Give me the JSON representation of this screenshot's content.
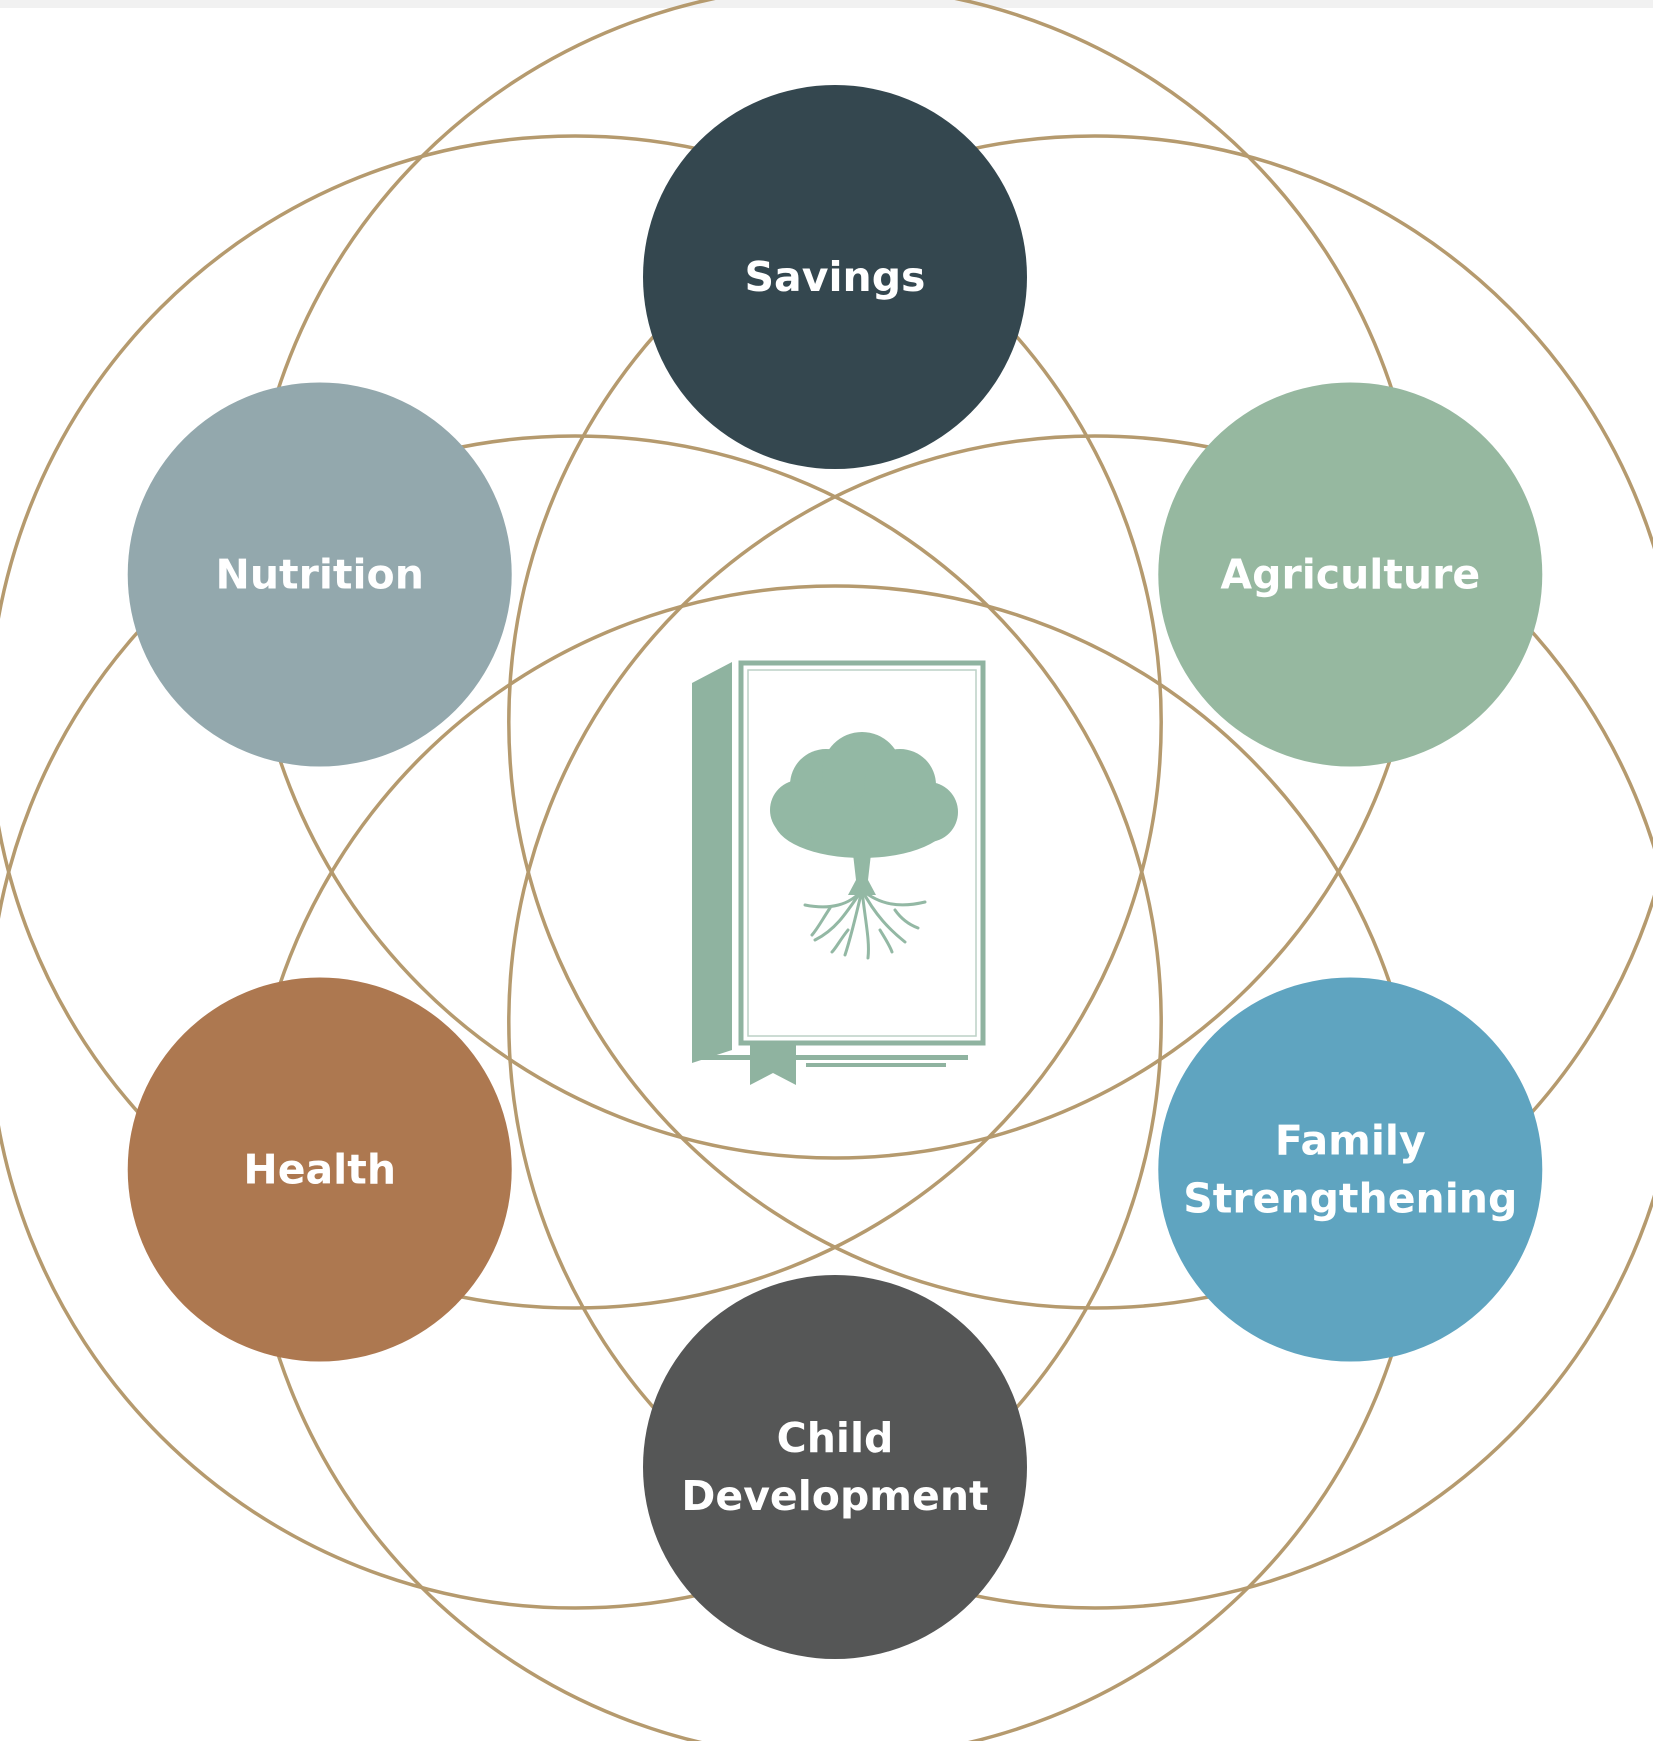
{
  "colors": {
    "ring": "#b59a6e",
    "book": "#8fb3a0",
    "tree": "#93b8a4"
  },
  "center_icon": "book-with-tree-icon",
  "topics": [
    {
      "id": "savings",
      "lines": [
        "Savings"
      ],
      "color": "#34474f"
    },
    {
      "id": "agriculture",
      "lines": [
        "Agriculture"
      ],
      "color": "#96b8a0"
    },
    {
      "id": "family-strengthening",
      "lines": [
        "Family",
        "Strengthening"
      ],
      "color": "#5fa4c0"
    },
    {
      "id": "child-development",
      "lines": [
        "Child",
        "Development"
      ],
      "color": "#555656"
    },
    {
      "id": "health",
      "lines": [
        "Health"
      ],
      "color": "#ad7850"
    },
    {
      "id": "nutrition",
      "lines": [
        "Nutrition"
      ],
      "color": "#93a8ad"
    }
  ]
}
